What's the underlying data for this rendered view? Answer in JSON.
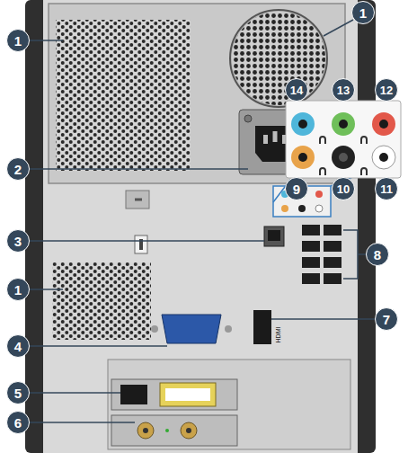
{
  "diagram": {
    "labels": [
      "1",
      "1",
      "2",
      "3",
      "1",
      "4",
      "5",
      "6",
      "7",
      "8",
      "14",
      "13",
      "12",
      "9",
      "10",
      "11",
      "HDMI"
    ]
  }
}
